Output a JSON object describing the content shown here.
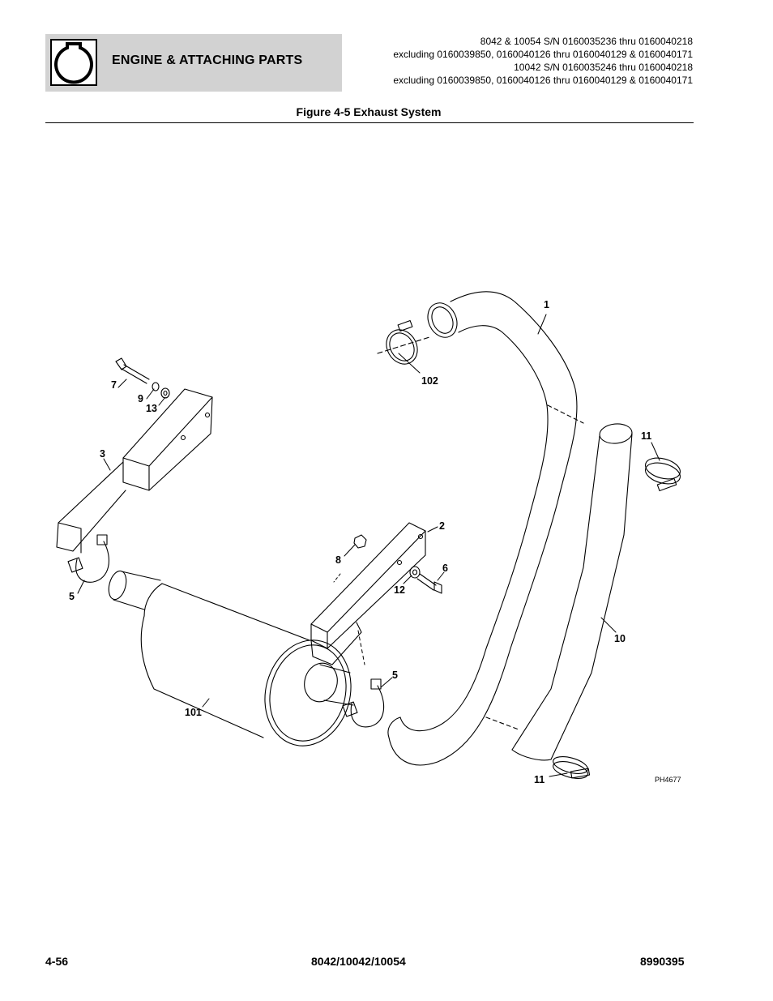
{
  "header": {
    "section_title": "ENGINE & ATTACHING PARTS",
    "icon": "engine-icon",
    "serial_lines": [
      "8042 & 10054 S/N 0160035236 thru 0160040218",
      "excluding 0160039850, 0160040126 thru 0160040129 & 0160040171",
      "10042 S/N 0160035246 thru 0160040218",
      "excluding 0160039850, 0160040126 thru 0160040129 & 0160040171"
    ]
  },
  "figure": {
    "title": "Figure 4-5 Exhaust System",
    "drawing_code": "PH4677",
    "callouts": {
      "c1": "1",
      "c102": "102",
      "c7": "7",
      "c9": "9",
      "c13": "13",
      "c3": "3",
      "c11a": "11",
      "c2": "2",
      "c8": "8",
      "c6": "6",
      "c12": "12",
      "c5a": "5",
      "c10": "10",
      "c5b": "5",
      "c101": "101",
      "c11b": "11"
    }
  },
  "footer": {
    "page_number": "4-56",
    "models": "8042/10042/10054",
    "manual_number": "8990395"
  }
}
